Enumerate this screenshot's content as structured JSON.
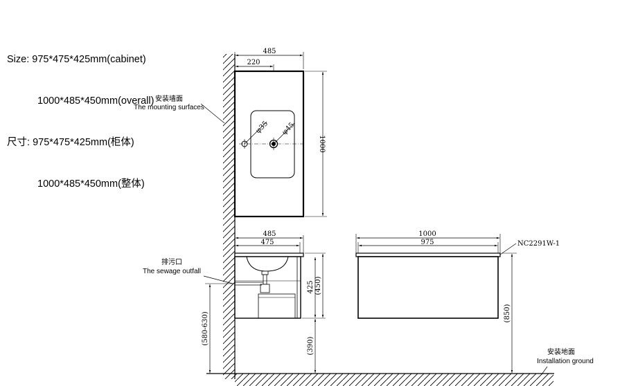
{
  "spec": {
    "size_label": "Size:",
    "size_cabinet": "975*475*425mm(cabinet)",
    "size_overall": "1000*485*450mm(overall)",
    "cn_label": "尺寸:",
    "cn_cabinet": "975*475*425mm(柜体)",
    "cn_overall": "1000*485*450mm(整体)"
  },
  "top_view": {
    "dim_width": "485",
    "dim_offset": "220",
    "dim_length": "1000",
    "hole_small": "φ35",
    "hole_large": "φ45"
  },
  "labels": {
    "mounting_cn": "安装墙面",
    "mounting_en": "The mounting surfaces",
    "sewage_cn": "排污口",
    "sewage_en": "The sewage outfall",
    "ground_cn": "安装地面",
    "ground_en": "Installation ground",
    "model": "NC2291W-1"
  },
  "side_view": {
    "dim_overall_width": "485",
    "dim_cabinet_width": "475",
    "dim_cabinet_height": "425",
    "dim_overall_height": "(450)",
    "dim_floor_clear": "(390)",
    "dim_outfall_range": "(580-630)"
  },
  "front_view": {
    "dim_overall_length": "1000",
    "dim_cabinet_length": "975",
    "dim_total_height": "(850)"
  }
}
